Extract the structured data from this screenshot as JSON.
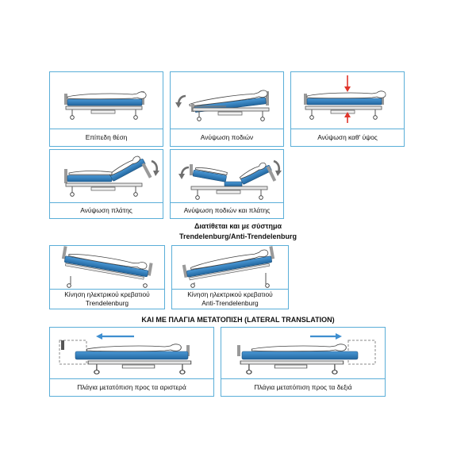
{
  "panels": {
    "flat": {
      "caption": "Επίπεδη θέση"
    },
    "feet_raise": {
      "caption": "Ανύψωση ποδιών"
    },
    "height": {
      "caption": "Ανύψωση καθ' ύψος"
    },
    "back_raise": {
      "caption": "Ανύψωση πλάτης"
    },
    "feet_back": {
      "caption": "Ανύψωση ποδιών και πλάτης"
    },
    "trendelenburg": {
      "caption_line1": "Κίνηση ηλεκτρικού κρεβατιού",
      "caption_line2": "Trendelenburg"
    },
    "anti_trendelenburg": {
      "caption_line1": "Κίνηση ηλεκτρικού κρεβατιού",
      "caption_line2": "Anti-Trendelenburg"
    },
    "lateral_left": {
      "caption": "Πλάγια μετατόπιση προς τα αριστερά"
    },
    "lateral_right": {
      "caption": "Πλάγια μετατόπιση προς τα δεξιά"
    }
  },
  "headings": {
    "trendelenburg_line1": "Διατίθεται και με σύστημα",
    "trendelenburg_line2": "Trendelenburg/Anti-Trendelenburg",
    "lateral": "ΚΑΙ ΜΕ ΠΛΑΓΙΑ ΜΕΤΑΤΟΠΙΣΗ (LATERAL TRANSLATION)"
  },
  "colors": {
    "frame": "#5aaed8",
    "mattress": "#2f7fc0",
    "arrow_red": "#e0352b",
    "arrow_grey": "#6f6f6f",
    "arrow_blue": "#3f8fd0"
  }
}
